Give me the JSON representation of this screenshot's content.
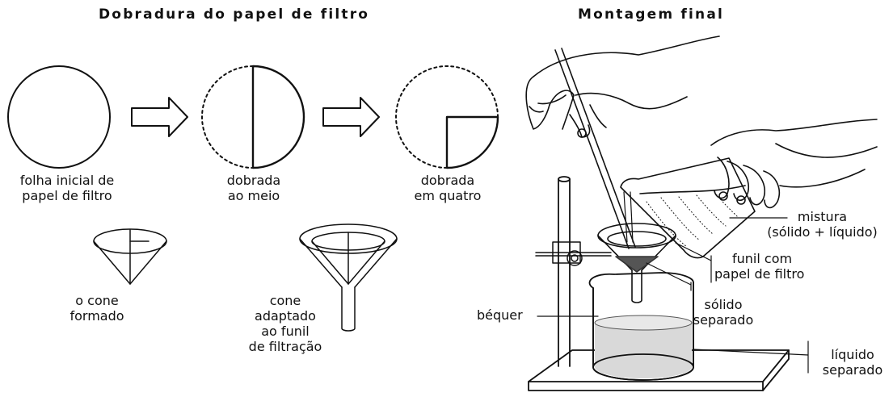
{
  "titles": {
    "left": "Dobradura do papel de filtro",
    "right": "Montagem final"
  },
  "folding": {
    "step1": [
      "folha inicial de",
      "papel de filtro"
    ],
    "step2": [
      "dobrada",
      "ao meio"
    ],
    "step3": [
      "dobrada",
      "em quatro"
    ],
    "cone": [
      "o cone",
      "formado"
    ],
    "adapted": [
      "cone",
      "adaptado",
      "ao funil",
      "de filtração"
    ]
  },
  "assembly": {
    "mixture": [
      "mistura",
      "(sólido + líquido)"
    ],
    "funnel": [
      "funil com",
      "papel de filtro"
    ],
    "solid": [
      "sólido",
      "separado"
    ],
    "beaker": "béquer",
    "liquid": [
      "líquido",
      "separado"
    ]
  },
  "colors": {
    "line": "#111111",
    "liquid": "#d9d9d9",
    "residue": "#555555"
  }
}
